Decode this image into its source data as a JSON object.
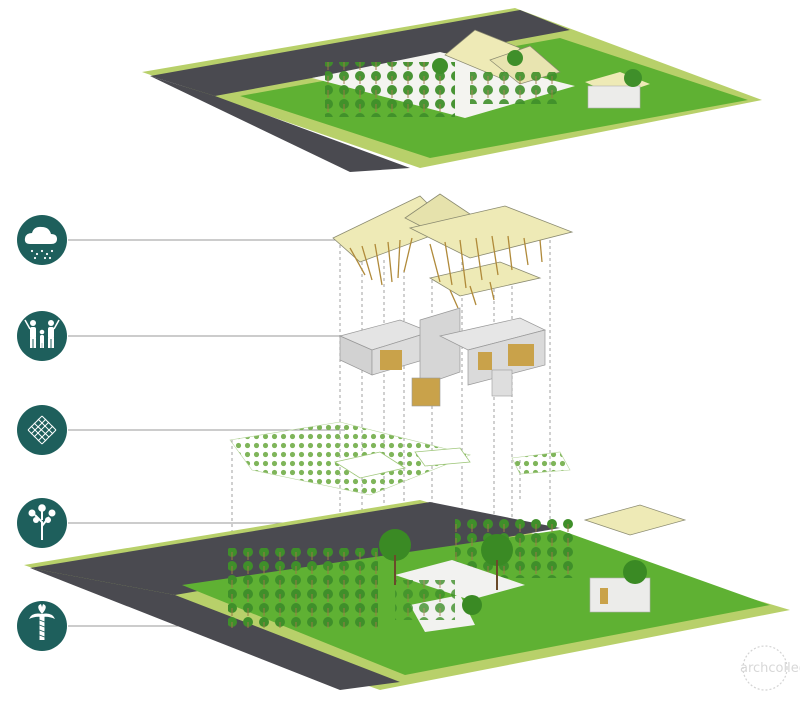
{
  "watermark": {
    "text": "archcollege",
    "sub": ""
  },
  "colors": {
    "grass": "#5fb133",
    "grass_light": "#b8d06a",
    "road": "#4a4a50",
    "icon_teal": "#1e5f5c",
    "roof": "#eeeab6",
    "timber": "#c9a24a",
    "wall": "#d7d7d7",
    "leader": "#9a9a9a"
  },
  "legend": [
    {
      "id": "rain",
      "icon": "cloud-rain-icon"
    },
    {
      "id": "people",
      "icon": "family-icon"
    },
    {
      "id": "pattern",
      "icon": "lattice-icon"
    },
    {
      "id": "tree",
      "icon": "tree-icon"
    },
    {
      "id": "palm",
      "icon": "palm-icon"
    }
  ]
}
